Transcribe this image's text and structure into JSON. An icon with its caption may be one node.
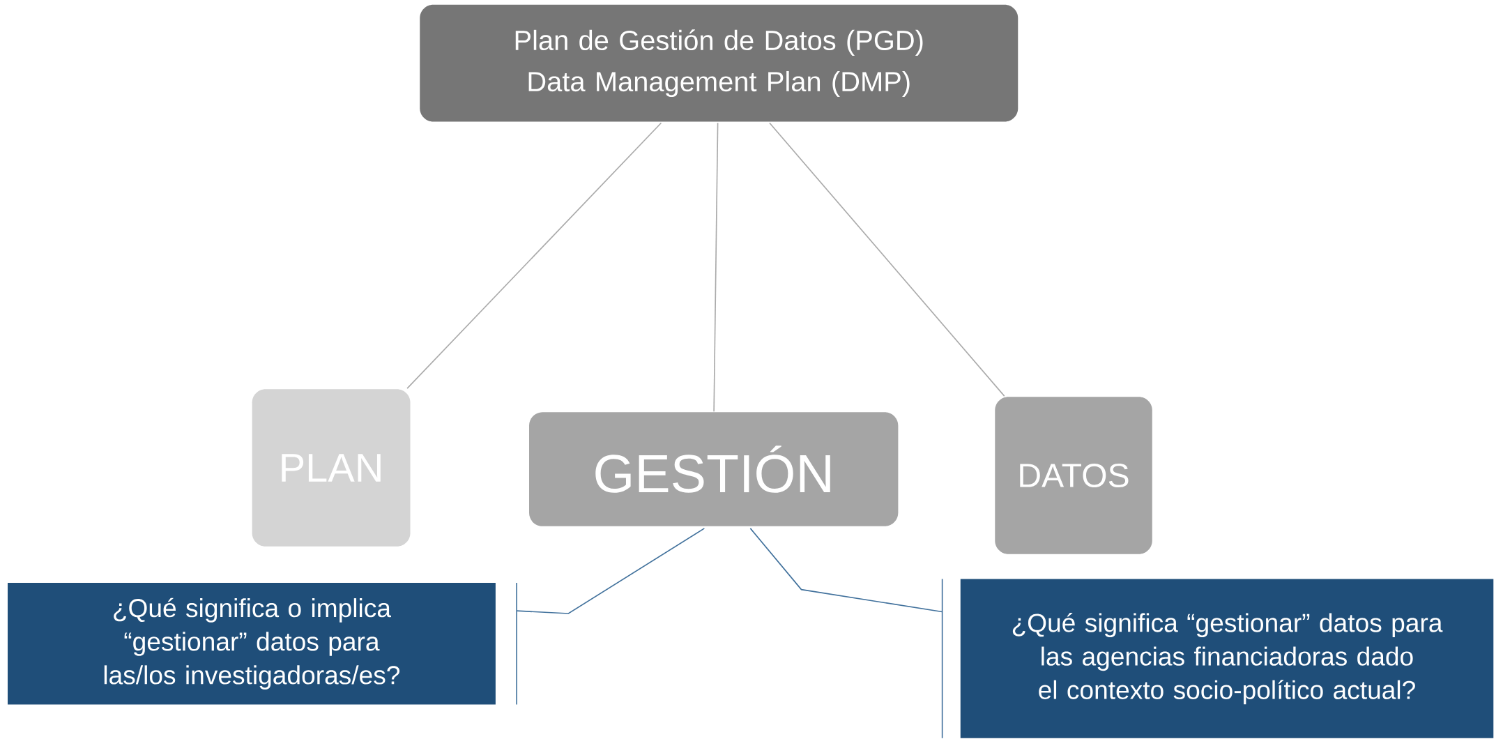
{
  "diagram": {
    "nodes": [
      {
        "text": [
          "Plan de Gestión de Datos (PGD)",
          "Data Management Plan (DMP)"
        ]
      },
      {
        "text": [
          "PLAN"
        ]
      },
      {
        "text": [
          "GESTIÓN"
        ]
      },
      {
        "text": [
          "DATOS"
        ]
      },
      {
        "text": [
          "¿Qué significa o implica “gestionar” datos para las/los investigadoras/es?"
        ]
      },
      {
        "text": [
          "¿Qué significa “gestionar” datos para las agencias financiadoras dado el contexto socio-político actual?"
        ]
      }
    ],
    "edges": [
      {
        "from": 0,
        "to": 1,
        "arrow": "none"
      },
      {
        "from": 0,
        "to": 2,
        "arrow": "none"
      },
      {
        "from": 0,
        "to": 3,
        "arrow": "none"
      },
      {
        "from": 2,
        "to": 4,
        "arrow": "none",
        "color": "#41719c"
      },
      {
        "from": 2,
        "to": 5,
        "arrow": "none",
        "color": "#41719c"
      }
    ]
  }
}
